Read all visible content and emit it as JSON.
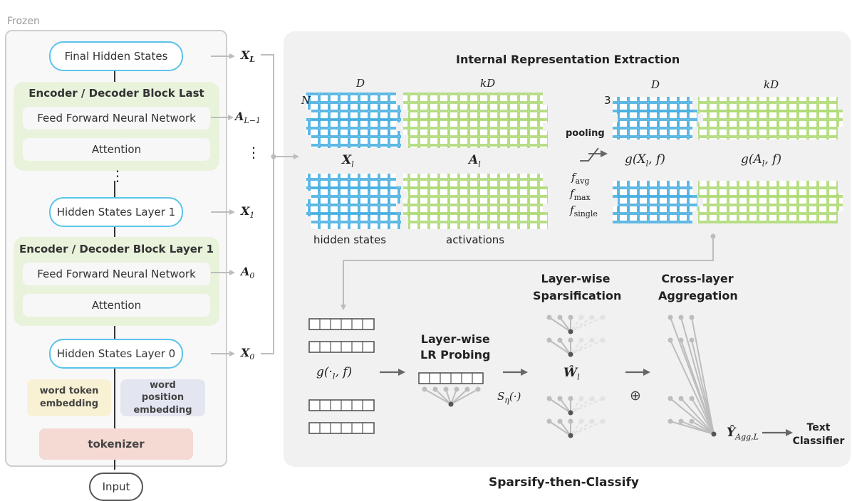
{
  "left": {
    "frozen_label": "Frozen",
    "final_hidden_states": "Final Hidden States",
    "block_last_title": "Encoder / Decoder Block Last",
    "ffn": "Feed Forward Neural Network",
    "attention": "Attention",
    "hidden_layer1": "Hidden States Layer 1",
    "block_layer1_title": "Encoder / Decoder Block Layer 1",
    "hidden_layer0": "Hidden States Layer 0",
    "word_token": "word token embedding",
    "word_position": "word position embedding",
    "tokenizer": "tokenizer",
    "input": "Input"
  },
  "vars": {
    "XL": "X",
    "XL_sub": "L",
    "AL1": "A",
    "AL1_sub": "L−1",
    "X1": "X",
    "X1_sub": "1",
    "A0": "A",
    "A0_sub": "0",
    "X0": "X",
    "X0_sub": "0",
    "vdots": "⋮"
  },
  "extraction": {
    "title": "Internal Representation Extraction",
    "D": "D",
    "kD": "kD",
    "N": "N",
    "three": "3",
    "Xl": "X",
    "Xl_sub": "l",
    "Al": "A",
    "Al_sub": "l",
    "pooling": "pooling",
    "f_avg": "f",
    "f_avg_sub": "avg",
    "f_max": "f",
    "f_max_sub": "max",
    "f_single": "f",
    "f_single_sub": "single",
    "gX": "g(X",
    "gX_sub": "l",
    "gX_tail": ", f)",
    "gA": "g(A",
    "gA_sub": "l",
    "gA_tail": ", f)",
    "hidden_states": "hidden states",
    "activations": "activations"
  },
  "pipeline": {
    "g_expr": "g(·",
    "g_expr_sub": "l",
    "g_expr_tail": ", f)",
    "lr_probing_1": "Layer-wise",
    "lr_probing_2": "LR Probing",
    "sparsify_1": "Layer-wise",
    "sparsify_2": "Sparsification",
    "s_eta": "S",
    "s_eta_sub": "η",
    "s_eta_tail": "(·)",
    "w_hat": "Ŵ",
    "w_hat_sub": "l",
    "oplus": "⊕",
    "agg_1": "Cross-layer",
    "agg_2": "Aggregation",
    "y_hat": "Ŷ",
    "y_hat_sub": "Agg,L",
    "text_1": "Text",
    "text_2": "Classifier"
  },
  "caption": "Sparsify-then-Classify",
  "colors": {
    "blue": "#38a9e0",
    "green": "#a8d86a",
    "pill_border": "#5bc3ea",
    "block_bg": "#e9f3dc",
    "token_bg": "#f8f1d3",
    "position_bg": "#e3e6f1",
    "tokenizer_bg": "#f5d9d3",
    "panel_bg": "#f1f1f1",
    "arrow": "#bdbdbd"
  }
}
